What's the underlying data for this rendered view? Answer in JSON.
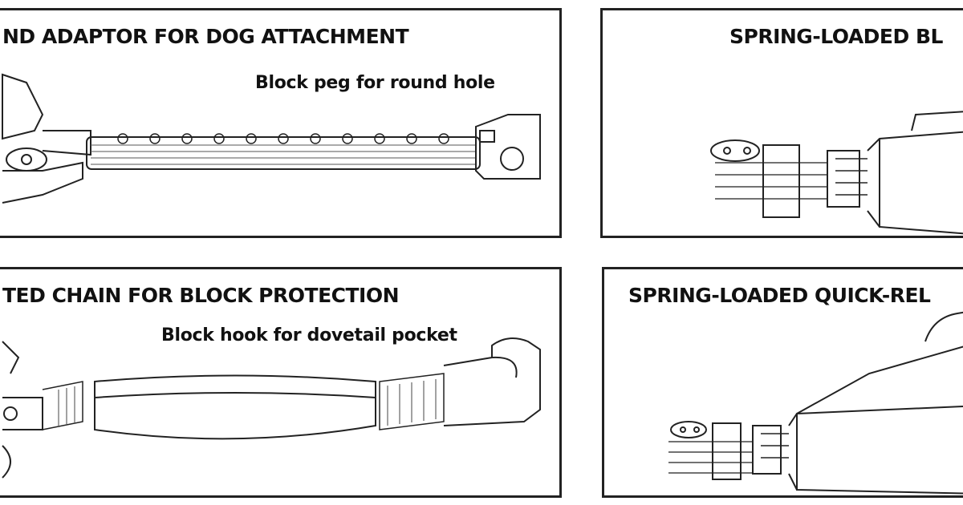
{
  "panels": [
    {
      "title": "ND ADAPTOR FOR DOG ATTACHMENT",
      "caption": "Block peg for round hole"
    },
    {
      "title": "SPRING-LOADED BL"
    },
    {
      "title": "TED CHAIN FOR BLOCK PROTECTION",
      "caption": "Block hook for dovetail  pocket"
    },
    {
      "title": "SPRING-LOADED QUICK-REL"
    }
  ]
}
